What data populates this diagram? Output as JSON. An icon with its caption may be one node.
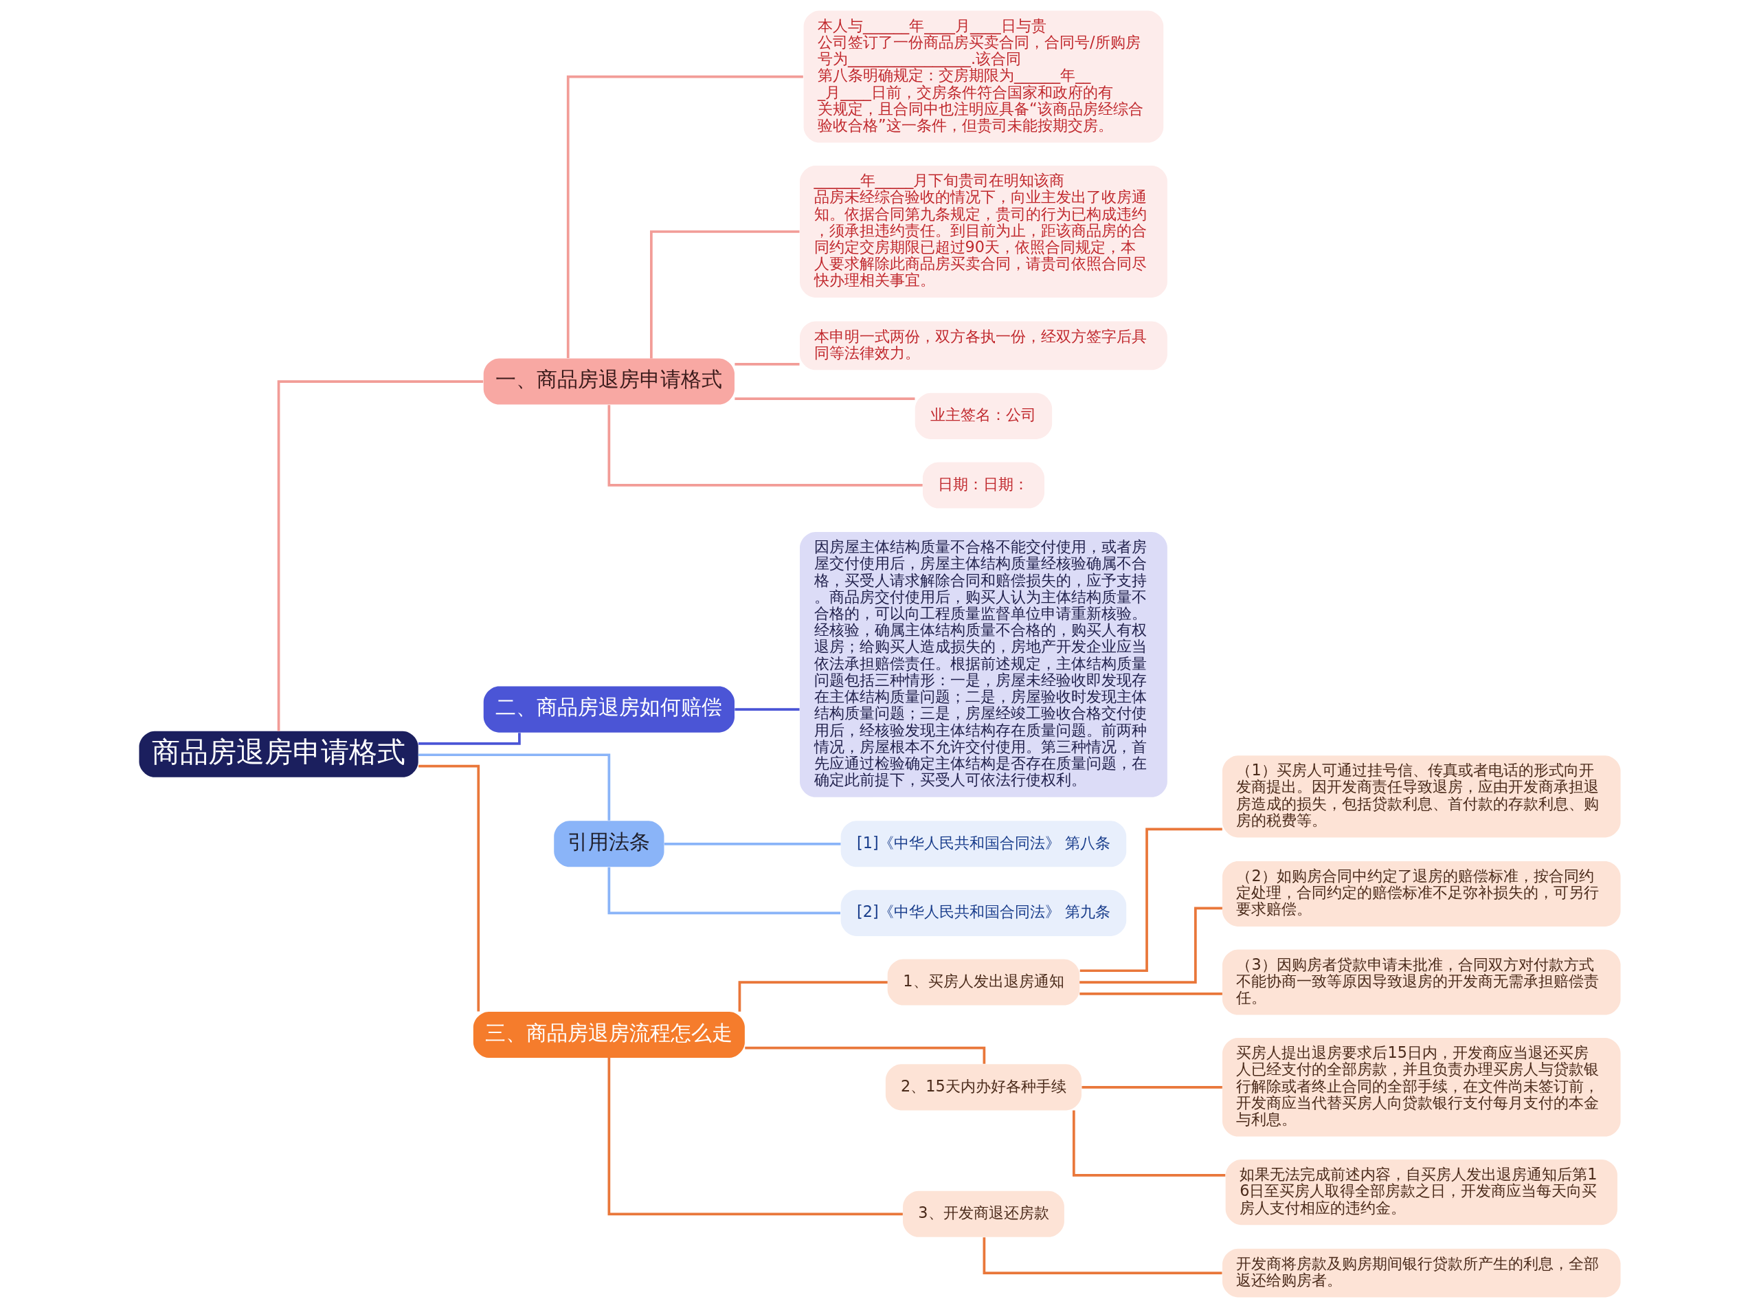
{
  "diagram": {
    "nodes": [
      {
        "text": [
          "商品房退房申请格式"
        ]
      },
      {
        "text": [
          "一、商品房退房申请格式"
        ]
      },
      {
        "text": [
          "本人与______年____月____日与贵公司签订了一份商品房买卖合同，合同号/所购房号为________________.该合同第八条明确规定：交房期限为______年___月____日前，交房条件符合国家和政府的有关规定，且合同中也注明应具备“该商品房经综合验收合格”这一条件，但贵司未能按期交房。"
        ]
      },
      {
        "text": [
          "______年_____月下旬贵司在明知该商品房未经综合验收的情况下，向业主发出了收房通知。依据合同第九条规定，贵司的行为已构成违约，须承担违约责任。到目前为止，距该商品房的合同约定交房期限已超过90天，依照合同规定，本人要求解除此商品房买卖合同，请贵司依照合同尽快办理相关事宜。"
        ]
      },
      {
        "text": [
          "本申明一式两份，双方各执一份，经双方签字后具同等法律效力。"
        ]
      },
      {
        "text": [
          "业主签名：公司"
        ]
      },
      {
        "text": [
          "日期：日期："
        ]
      },
      {
        "text": [
          "二、商品房退房如何赔偿"
        ]
      },
      {
        "text": [
          "因房屋主体结构质量不合格不能交付使用，或者房屋交付使用后，房屋主体结构质量经核验确属不合格，买受人请求解除合同和赔偿损失的，应予支持。商品房交付使用后，购买人认为主体结构质量不合格的，可以向工程质量监督单位申请重新核验。经核验，确属主体结构质量不合格的，购买人有权退房；给购买人造成损失的，房地产开发企业应当依法承担赔偿责任。根据前述规定，主体结构质量问题包括三种情形：一是，房屋未经验收即发现存在主体结构质量问题；二是，房屋验收时发现主体结构质量问题；三是，房屋经竣工验收合格交付使用后，经核验发现主体结构存在质量问题。前两种情况，房屋根本不允许交付使用。第三种情况，首先应通过检验确定主体结构是否存在质量问题，在确定此前提下，买受人可依法行使权利。"
        ]
      },
      {
        "text": [
          "引用法条"
        ]
      },
      {
        "text": [
          "[1]《中华人民共和国合同法》 第八条"
        ]
      },
      {
        "text": [
          "[2]《中华人民共和国合同法》 第九条"
        ]
      },
      {
        "text": [
          "三、商品房退房流程怎么走"
        ]
      },
      {
        "text": [
          "1、买房人发出退房通知"
        ]
      },
      {
        "text": [
          "（1）买房人可通过挂号信、传真或者电话的形式向开发商提出。因开发商责任导致退房，应由开发商承担退房造成的损失，包括贷款利息、首付款的存款利息、购房的税费等。"
        ]
      },
      {
        "text": [
          "（2）如购房合同中约定了退房的赔偿标准，按合同约定处理，合同约定的赔偿标准不足弥补损失的，可另行要求赔偿。"
        ]
      },
      {
        "text": [
          "（3）因购房者贷款申请未批准，合同双方对付款方式不能协商一致等原因导致退房的开发商无需承担赔偿责任。"
        ]
      },
      {
        "text": [
          "2、15天内办好各种手续"
        ]
      },
      {
        "text": [
          "买房人提出退房要求后15日内，开发商应当退还买房人已经支付的全部房款，并且负责办理买房人与贷款银行解除或者终止合同的全部手续，在文件尚未签订前，开发商应当代替买房人向贷款银行支付每月支付的本金与利息。"
        ]
      },
      {
        "text": [
          "如果无法完成前述内容，自买房人发出退房通知后第16日至买房人取得全部房款之日，开发商应当每天向买房人支付相应的违约金。"
        ]
      },
      {
        "text": [
          "3、开发商退还房款"
        ]
      },
      {
        "text": [
          "开发商将房款及购房期间银行贷款所产生的利息，全部返还给购房者。"
        ]
      }
    ],
    "edges": [
      {
        "from": 0,
        "to": 1,
        "arrow": "none",
        "color": "#f29c97"
      },
      {
        "from": 1,
        "to": 2,
        "arrow": "none",
        "color": "#f29c97"
      },
      {
        "from": 1,
        "to": 3,
        "arrow": "none",
        "color": "#f29c97"
      },
      {
        "from": 1,
        "to": 4,
        "arrow": "none",
        "color": "#f29c97"
      },
      {
        "from": 1,
        "to": 5,
        "arrow": "none",
        "color": "#f29c97"
      },
      {
        "from": 1,
        "to": 6,
        "arrow": "none",
        "color": "#f29c97"
      },
      {
        "from": 0,
        "to": 7,
        "arrow": "none",
        "color": "#4b55d6"
      },
      {
        "from": 7,
        "to": 8,
        "arrow": "none",
        "color": "#4b55d6"
      },
      {
        "from": 0,
        "to": 9,
        "arrow": "none",
        "color": "#8ab4f8"
      },
      {
        "from": 9,
        "to": 10,
        "arrow": "none",
        "color": "#8ab4f8"
      },
      {
        "from": 9,
        "to": 11,
        "arrow": "none",
        "color": "#8ab4f8"
      },
      {
        "from": 0,
        "to": 12,
        "arrow": "none"
      },
      {
        "from": 12,
        "to": 13,
        "arrow": "none"
      },
      {
        "from": 13,
        "to": 14,
        "arrow": "none"
      },
      {
        "from": 13,
        "to": 15,
        "arrow": "none"
      },
      {
        "from": 13,
        "to": 16,
        "arrow": "none"
      },
      {
        "from": 12,
        "to": 17,
        "arrow": "none"
      },
      {
        "from": 17,
        "to": 18,
        "arrow": "none"
      },
      {
        "from": 17,
        "to": 19,
        "arrow": "none"
      },
      {
        "from": 12,
        "to": 20,
        "arrow": "none"
      },
      {
        "from": 20,
        "to": 21,
        "arrow": "none"
      }
    ]
  }
}
